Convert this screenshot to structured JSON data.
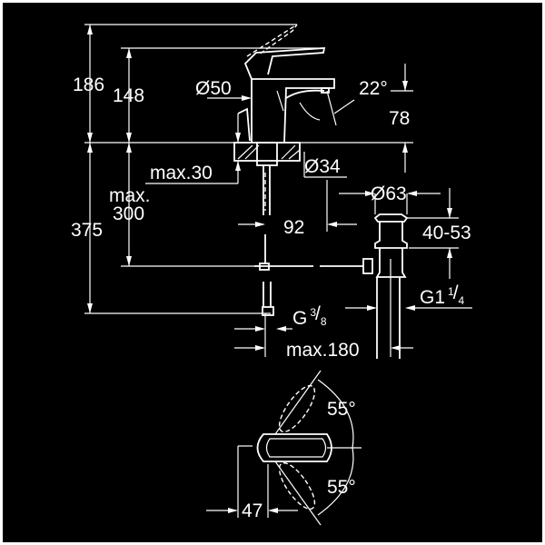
{
  "drawing": {
    "colors": {
      "background": "#000000",
      "lines": "#ffffff",
      "frame": "#ffffff"
    },
    "side_view": {
      "height_total": "186",
      "height_spout": "148",
      "body_diameter": "Ø50",
      "spout_angle": "22°",
      "spout_height": "78",
      "deck_thickness": "max.30",
      "hole_diameter": "Ø34",
      "hose_length_label": "max.",
      "hose_length_value": "300",
      "hose_total": "375",
      "spout_reach": "92",
      "drain_diameter": "Ø63",
      "drain_range": "40-53",
      "drain_thread_main": "G1",
      "drain_thread_num": "1",
      "drain_thread_den": "4",
      "hose_thread_main": "G",
      "hose_thread_num": "3",
      "hose_thread_den": "8",
      "drain_offset": "max.180"
    },
    "top_view": {
      "angle_upper": "55°",
      "angle_lower": "55°",
      "lever_offset": "47"
    }
  }
}
